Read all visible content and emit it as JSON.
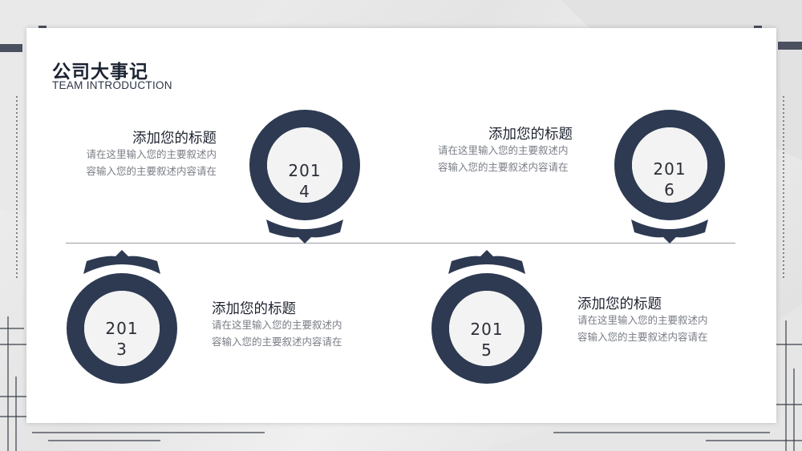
{
  "header": {
    "title": "公司大事记",
    "subtitle": "TEAM INTRODUCTION"
  },
  "timeline": [
    {
      "year_line1": "201",
      "year_line2": "4",
      "title": "添加您的标题",
      "desc_line1": "请在这里输入您的主要叙述内",
      "desc_line2": "容输入您的主要叙述内容请在"
    },
    {
      "year_line1": "201",
      "year_line2": "6",
      "title": "添加您的标题",
      "desc_line1": "请在这里输入您的主要叙述内",
      "desc_line2": "容输入您的主要叙述内容请在"
    },
    {
      "year_line1": "201",
      "year_line2": "3",
      "title": "添加您的标题",
      "desc_line1": "请在这里输入您的主要叙述内",
      "desc_line2": "容输入您的主要叙述内容请在"
    },
    {
      "year_line1": "201",
      "year_line2": "5",
      "title": "添加您的标题",
      "desc_line1": "请在这里输入您的主要叙述内",
      "desc_line2": "容输入您的主要叙述内容请在"
    }
  ],
  "colors": {
    "accent": "#2d3a52",
    "divider": "#9a9da3",
    "title_text": "#1c2333",
    "desc_text": "#7a7e86"
  }
}
